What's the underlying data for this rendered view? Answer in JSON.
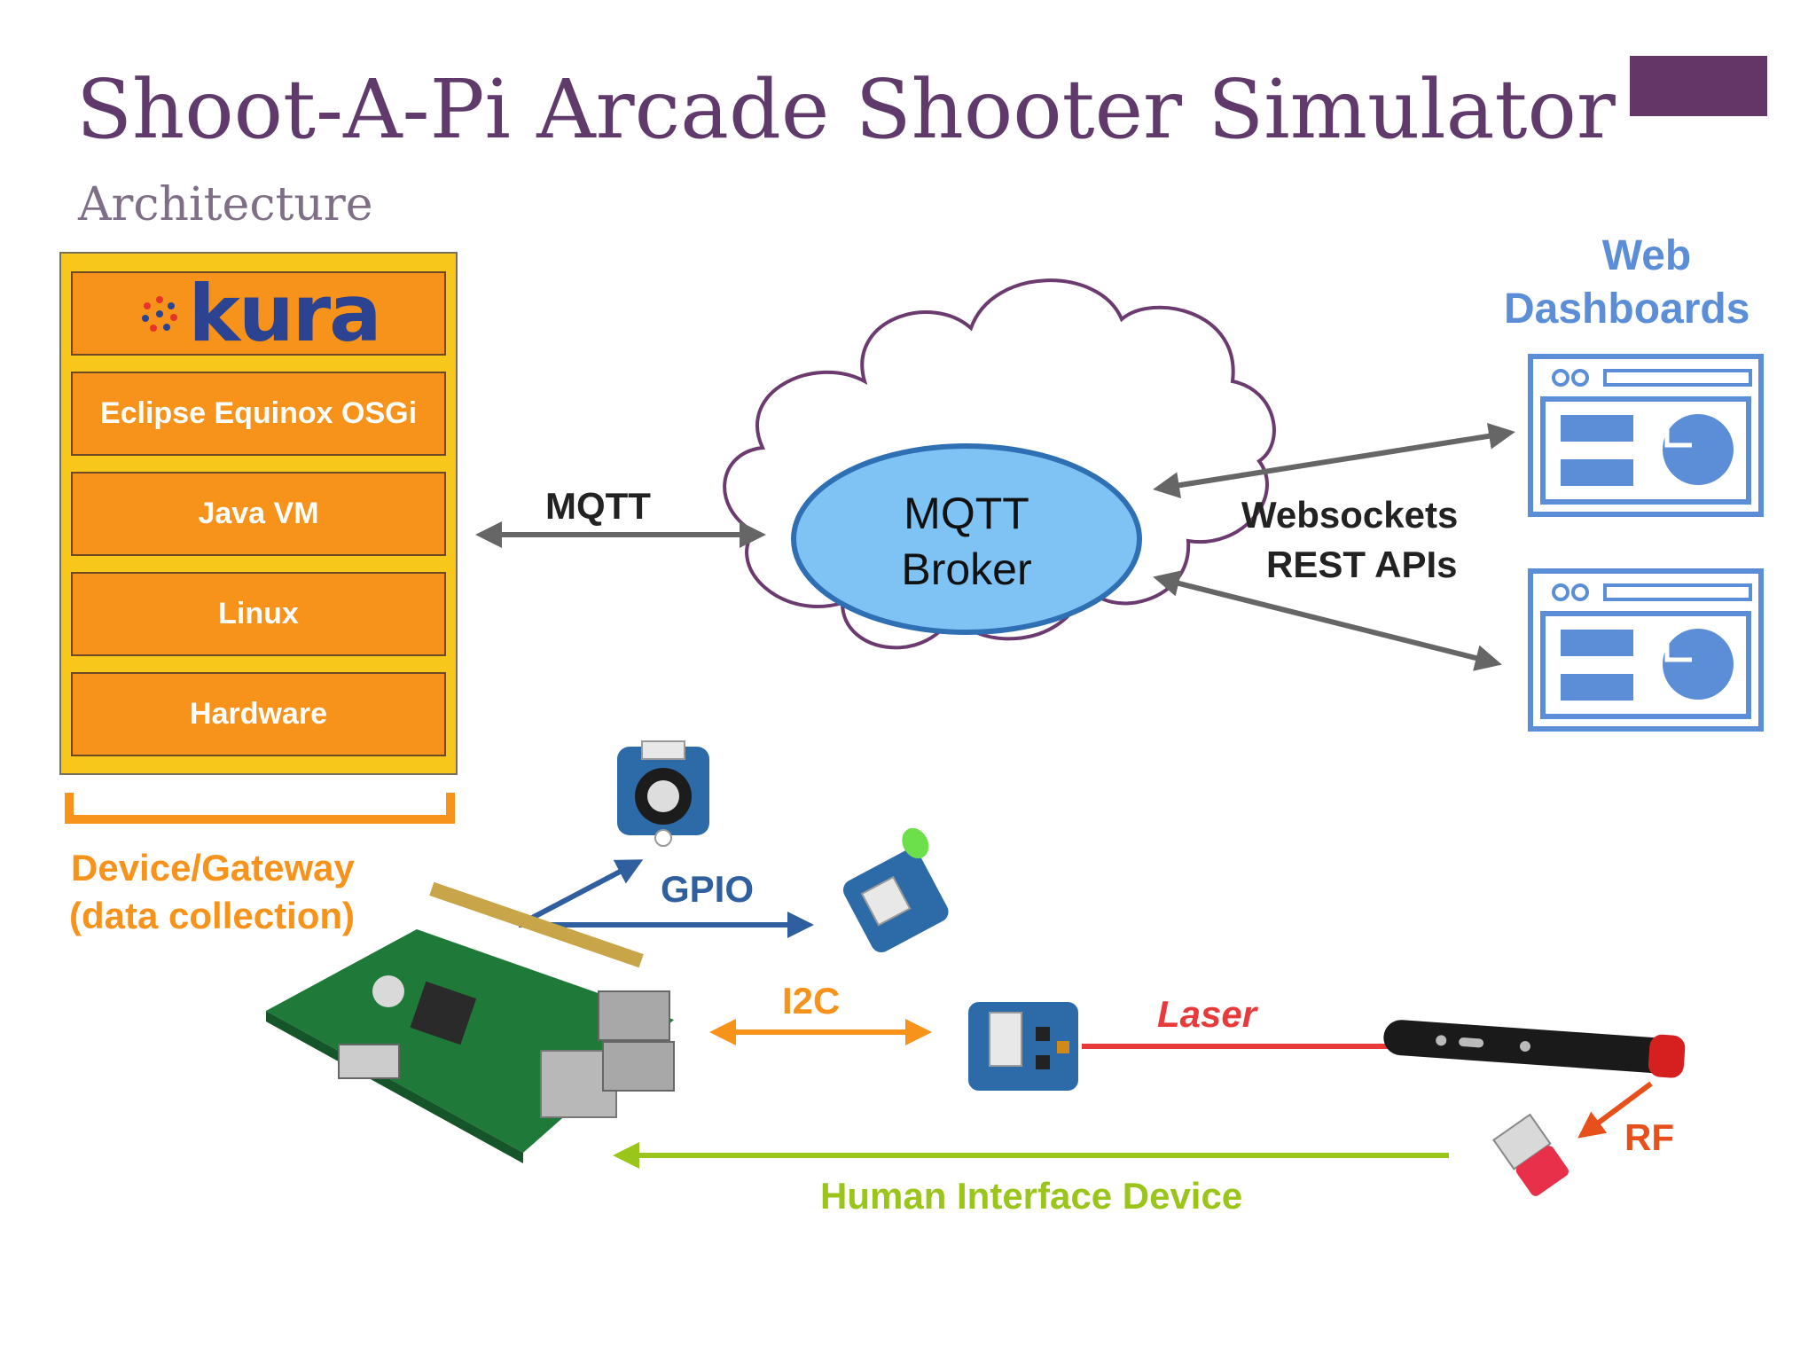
{
  "slide": {
    "title": "Shoot-A-Pi Arcade Shooter Simulator",
    "subtitle": "Architecture"
  },
  "stack": {
    "logo_text": "kura",
    "layers": [
      "Eclipse Equinox OSGi",
      "Java VM",
      "Linux",
      "Hardware"
    ],
    "caption_line1": "Device/Gateway",
    "caption_line2": "(data collection)"
  },
  "cloud": {
    "broker_line1": "MQTT",
    "broker_line2": "Broker"
  },
  "links": {
    "mqtt": "MQTT",
    "websockets": "Websockets",
    "rest": "REST APIs",
    "gpio": "GPIO",
    "i2c": "I2C",
    "laser": "Laser",
    "rf": "RF",
    "hid": "Human Interface Device"
  },
  "dashboards": {
    "title_line1": "Web",
    "title_line2": "Dashboards"
  },
  "colors": {
    "title": "#5f3a6b",
    "accent_bar": "#643668",
    "stack_bg": "#f7c71b",
    "layer_bg": "#f7921b",
    "orange": "#f7921b",
    "broker_fill": "#7ec3f4",
    "broker_stroke": "#2f6fb3",
    "cloud_stroke": "#6b3a6e",
    "dashboard_blue": "#5b8ed6",
    "gpio_blue": "#2f5f9e",
    "laser_red": "#e83a3a",
    "hid_green": "#9ac61b",
    "rf_orange": "#e8501b"
  },
  "icons": [
    "kura-logo",
    "dashboard-icon",
    "raspberry-pi-board",
    "buzzer-module",
    "led-module",
    "i2c-sensor-module",
    "laser-gun",
    "usb-dongle"
  ]
}
